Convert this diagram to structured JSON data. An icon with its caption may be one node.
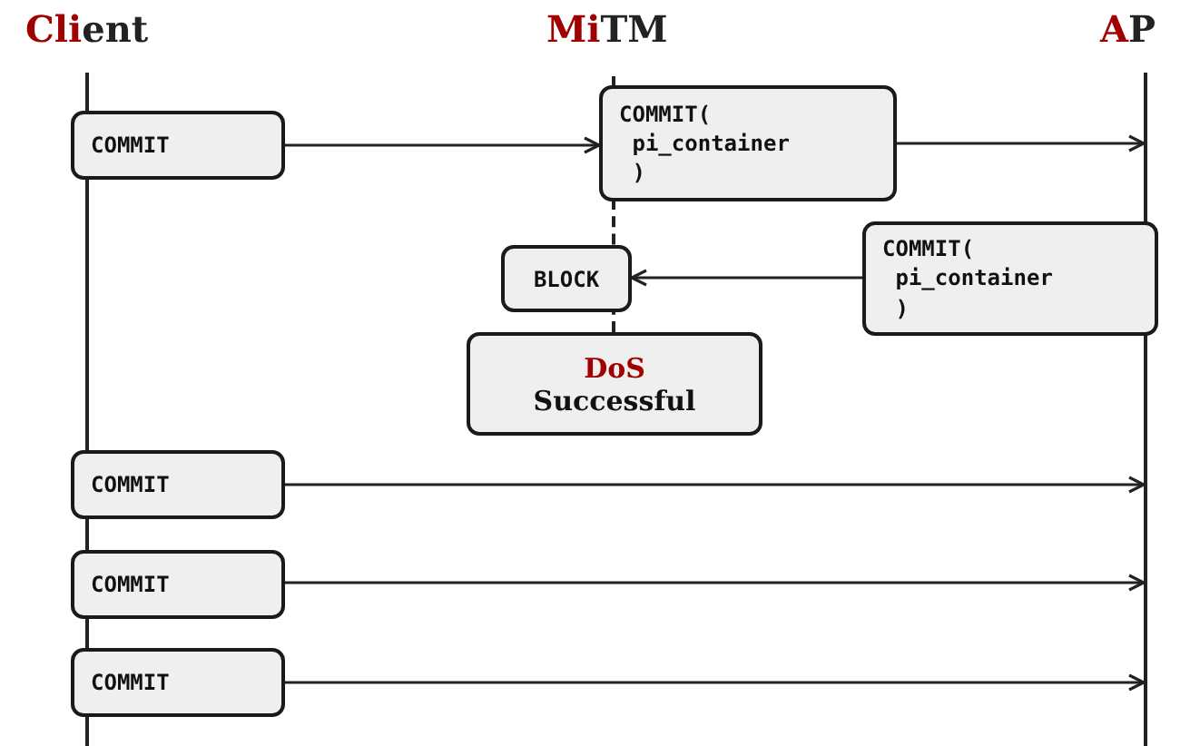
{
  "diagram": {
    "nodes": [
      {
        "text": [],
        "shape": "line",
        "beside": [
          "Client"
        ]
      },
      {
        "text": [],
        "shape": "line",
        "beside": [
          "MiTM"
        ]
      },
      {
        "text": [],
        "shape": "line",
        "beside": [
          "AP"
        ]
      },
      {
        "text": [
          "COMMIT"
        ]
      },
      {
        "text": [
          "COMMIT( pi_container )"
        ]
      },
      {
        "text": [
          "BLOCK"
        ]
      },
      {
        "text": [
          "COMMIT( pi_container )"
        ]
      },
      {
        "text": [
          "DoS",
          "Successful"
        ]
      },
      {
        "text": [
          "COMMIT"
        ]
      },
      {
        "text": [
          "COMMIT"
        ]
      },
      {
        "text": [
          "COMMIT"
        ]
      }
    ],
    "edges": [
      {
        "from": 3,
        "to": 4,
        "arrow": "to"
      },
      {
        "from": 4,
        "to": 2,
        "arrow": "to"
      },
      {
        "from": 6,
        "to": 5,
        "arrow": "to"
      },
      {
        "from": 8,
        "to": 2,
        "arrow": "to"
      },
      {
        "from": 9,
        "to": 2,
        "arrow": "to"
      },
      {
        "from": 10,
        "to": 2,
        "arrow": "to"
      }
    ]
  }
}
